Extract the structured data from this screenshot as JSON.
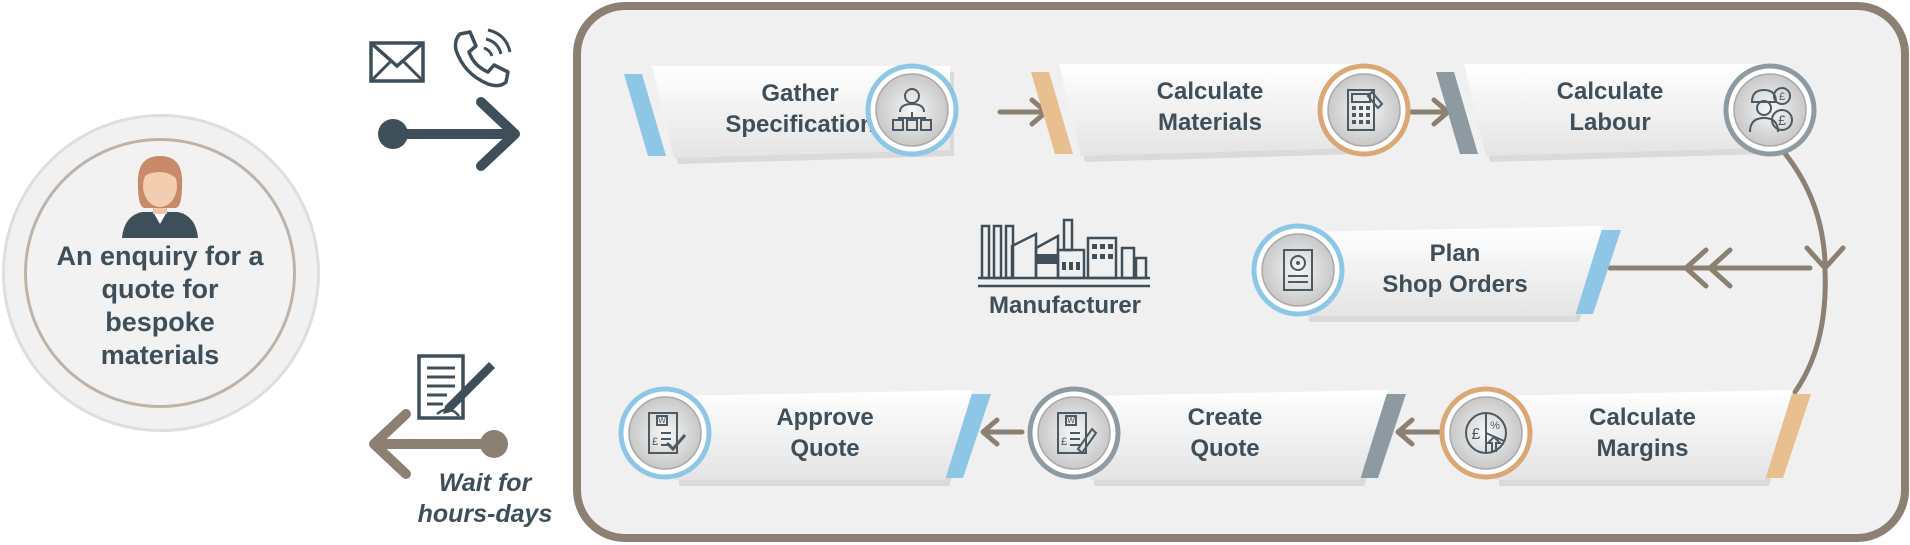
{
  "customer": {
    "text": "An enquiry for a quote for bespoke materials"
  },
  "wait_text": "Wait for hours-days",
  "manufacturer_label": "Manufacturer",
  "steps": [
    {
      "id": "gather",
      "label": "Gather Specification",
      "line1": "Gather",
      "line2": "Specification",
      "accent": "#8ec7e6",
      "ring": "#8ec7e6",
      "icon": "org-chart-person-icon"
    },
    {
      "id": "materials",
      "label": "Calculate Materials",
      "line1": "Calculate",
      "line2": "Materials",
      "accent": "#e8c08f",
      "ring": "#d9a874",
      "icon": "calculator-icon"
    },
    {
      "id": "labour",
      "label": "Calculate Labour",
      "line1": "Calculate",
      "line2": "Labour",
      "accent": "#8e9aa2",
      "ring": "#8e9aa2",
      "icon": "worker-pound-icon"
    },
    {
      "id": "shop",
      "label": "Plan Shop Orders",
      "line1": "Plan",
      "line2": "Shop Orders",
      "accent": "#8ec7e6",
      "ring": "#8ec7e6",
      "icon": "gear-document-icon"
    },
    {
      "id": "margins",
      "label": "Calculate Margins",
      "line1": "Calculate",
      "line2": "Margins",
      "accent": "#e8c08f",
      "ring": "#d9a874",
      "icon": "pound-percent-pie-icon"
    },
    {
      "id": "create",
      "label": "Create Quote",
      "line1": "Create",
      "line2": "Quote",
      "accent": "#8e9aa2",
      "ring": "#8e9aa2",
      "icon": "quote-pen-icon"
    },
    {
      "id": "approve",
      "label": "Approve Quote",
      "line1": "Approve",
      "line2": "Quote",
      "accent": "#8ec7e6",
      "ring": "#8ec7e6",
      "icon": "quote-check-icon"
    }
  ],
  "colors": {
    "panel_border": "#8c8073",
    "arrow": "#8c8073",
    "dark_arrow": "#3f4f5a",
    "text": "#3f4f5a"
  }
}
